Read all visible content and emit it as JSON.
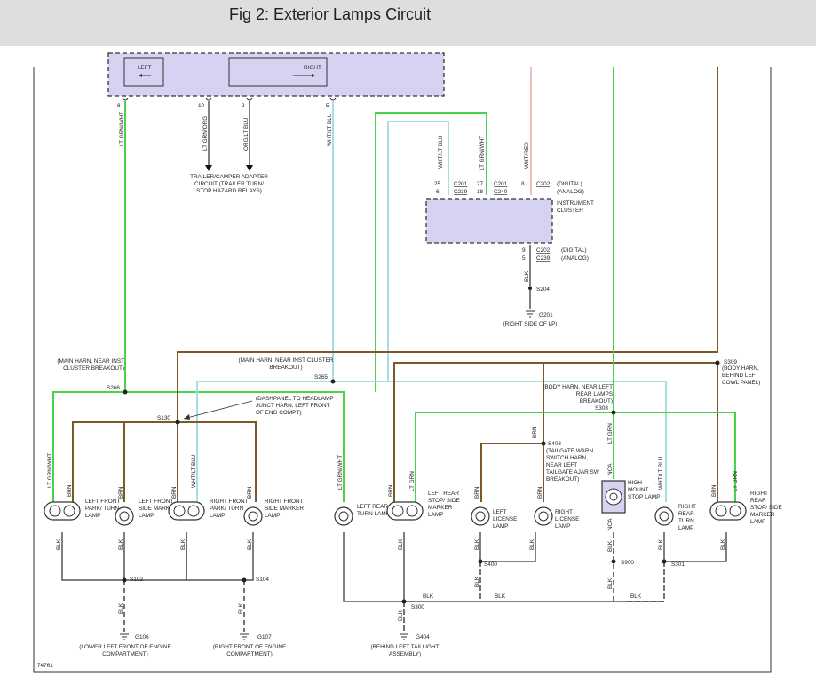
{
  "header": {
    "title": "Fig 2: Exterior Lamps Circuit"
  },
  "diagram": {
    "figure_id": "74761",
    "top_module": {
      "left_label": "LEFT",
      "right_label": "RIGHT"
    },
    "top_pins": [
      {
        "pin": "8",
        "wire": "LT GRN/WHT"
      },
      {
        "pin": "10",
        "wire": "LT GRN/ORG"
      },
      {
        "pin": "2",
        "wire": "ORG/LT BLU"
      },
      {
        "pin": "5",
        "wire": "WHT/LT BLU"
      }
    ],
    "trailer": "TRAILER/CAMPER ADAPTER CIRCUIT (TRAILER TURN/ STOP HAZARD RELAYS)",
    "cluster": {
      "name": "INSTRUMENT CLUSTER",
      "wires": [
        "WHT/LT BLU",
        "LT GRN/WHT",
        "WHT/RED"
      ],
      "pins_a": [
        "25",
        "6"
      ],
      "pins_b": [
        "27",
        "18"
      ],
      "pin_c": "8",
      "conn_a": [
        "C201",
        "C239"
      ],
      "conn_b": [
        "C201",
        "C240"
      ],
      "conn_c": "C202",
      "top_modes": [
        "(DIGITAL)",
        "(ANALOG)"
      ],
      "bottom_pins": [
        "9",
        "5"
      ],
      "bottom_conn": [
        "C202",
        "C239"
      ],
      "bottom_modes": [
        "(DIGITAL)",
        "(ANALOG)"
      ],
      "ground_wire": "BLK",
      "splice": "S204",
      "ground": "G201",
      "ground_loc": "(RIGHT SIDE OF I/P)"
    },
    "splices": {
      "s266": "S266",
      "s266_desc": "(MAIN HARN, NEAR INST CLUSTER BREAKOUT)",
      "s265": "S265",
      "s265_desc": "(MAIN HARN, NEAR INST CLUSTER BREAKOUT)",
      "s130": "S130",
      "s130_desc": "(DASHPANEL TO HEADLAMP JUNCT HARN, LEFT FRONT OF ENG COMPT)",
      "s309": "S309",
      "s309_desc": "(BODY HARN, BEHIND LEFT COWL PANEL)",
      "s308": "S308",
      "s308_desc": "(BODY HARN, NEAR LEFT REAR LAMPS BREAKOUT)",
      "s403": "S403",
      "s403_desc": "(TAILGATE WARN SWITCH HARN, NEAR LEFT TAILGATE AJAR SW BREAKOUT)",
      "s102": "S102",
      "s104": "S104",
      "s300": "S300",
      "s400": "S400",
      "s900": "S900",
      "s301": "S301"
    },
    "grounds": {
      "g106": "G106",
      "g106_loc": "(LOWER LEFT FRONT OF ENGINE COMPARTMENT)",
      "g107": "G107",
      "g107_loc": "(RIGHT FRONT OF ENGINE COMPARTMENT)",
      "g404": "G404",
      "g404_loc": "(BEHIND LEFT TAILLIGHT ASSEMBLY)"
    },
    "lamps": [
      {
        "name": "LEFT FRONT PARK/ TURN LAMP",
        "wires": [
          "LT GRN/WHT",
          "BRN"
        ]
      },
      {
        "name": "LEFT FRONT SIDE MARKER LAMP",
        "wires": [
          "BRN"
        ]
      },
      {
        "name": "RIGHT FRONT PARK/ TURN LAMP",
        "wires": [
          "WHT/LT BLU",
          "BRN"
        ]
      },
      {
        "name": "RIGHT FRONT SIDE MARKER LAMP",
        "wires": [
          "BRN"
        ]
      },
      {
        "name": "LEFT REAR TURN LAMP",
        "wires": [
          "LT GRN/WHT"
        ]
      },
      {
        "name": "LEFT REAR STOP/ SIDE MARKER LAMP",
        "wires": [
          "BRN",
          "LT GRN"
        ]
      },
      {
        "name": "LEFT LICENSE LAMP",
        "wires": [
          "BRN"
        ]
      },
      {
        "name": "RIGHT LICENSE LAMP",
        "wires": [
          "BRN"
        ]
      },
      {
        "name": "HIGH MOUNT STOP LAMP",
        "wires": [
          "LT GRN"
        ]
      },
      {
        "name": "RIGHT REAR TURN LAMP",
        "wires": [
          "WHT/LT BLU"
        ]
      },
      {
        "name": "RIGHT REAR STOP/ SIDE MARKER LAMP",
        "wires": [
          "BRN",
          "LT GRN"
        ]
      }
    ],
    "ground_wire": "BLK",
    "nca": "NCA"
  },
  "colors": {
    "lt_grn": "#47d447",
    "brn": "#7a5a28",
    "lt_blu": "#a8dde6",
    "wht_red": "#f0a8a8",
    "blk": "#555555",
    "module_fill": "#d6d3f2",
    "header_bg": "#dedede"
  }
}
